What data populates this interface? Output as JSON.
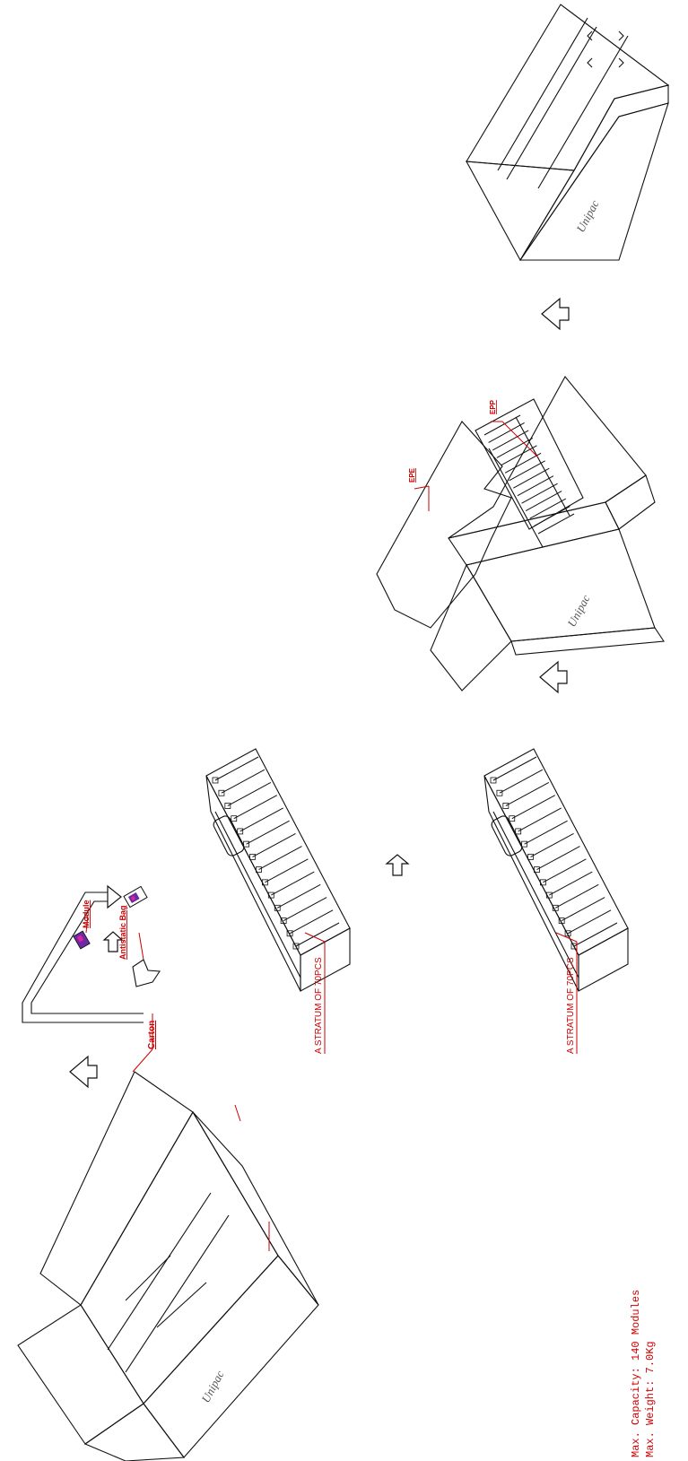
{
  "labels": {
    "carton": "Carton",
    "module": "Module",
    "antistatic_bag": "Antistatic Bag",
    "stratum_1": "A STRATUM OF 70PCS",
    "stratum_2": "A STRATUM OF 70PCS",
    "epe_top": "EPE",
    "epe_tray": "EPP"
  },
  "specs": {
    "capacity": "Max. Capacity: 140 Modules",
    "weight": "Max. Weight: 7.0Kg"
  },
  "brand": {
    "carton_mark": "Unipac"
  },
  "colors": {
    "label_red": "#cc0000",
    "line": "#111111"
  }
}
